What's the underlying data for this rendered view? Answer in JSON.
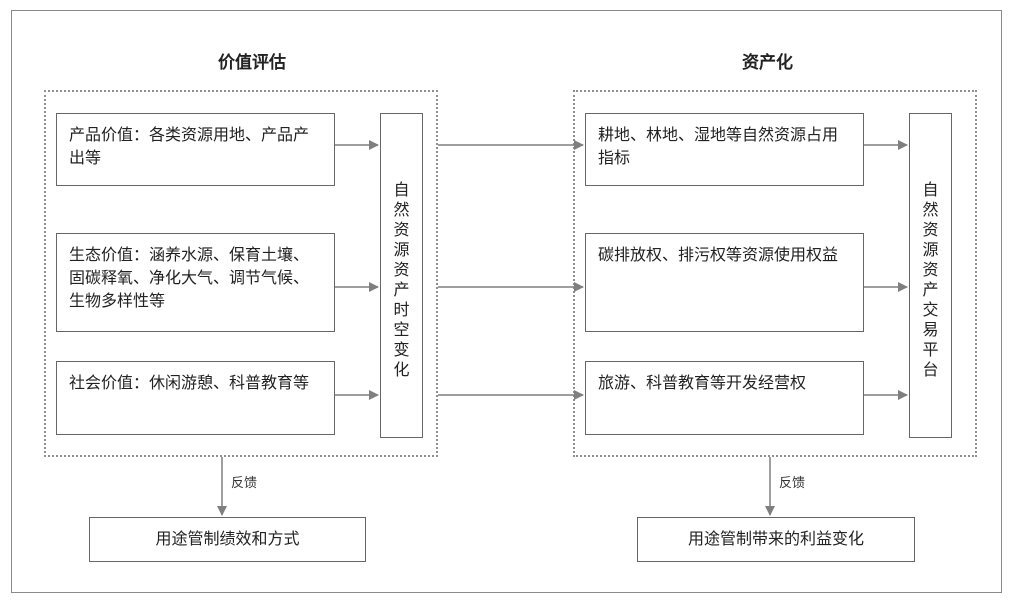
{
  "valuation": {
    "title": "价值评估",
    "items": [
      {
        "text": "产品价值：各类资源用地、产品产出等"
      },
      {
        "text": "生态价值：涵养水源、保育土壤、固碳释氧、净化大气、调节气候、生物多样性等"
      },
      {
        "text": "社会价值：休闲游憩、科普教育等"
      }
    ],
    "center": "自然资源资产时空变化",
    "feedback": "反馈",
    "output": "用途管制绩效和方式"
  },
  "capitalization": {
    "title": "资产化",
    "items": [
      {
        "text": "耕地、林地、湿地等自然资源占用指标"
      },
      {
        "text": "碳排放权、排污权等资源使用权益"
      },
      {
        "text": "旅游、科普教育等开发经营权"
      }
    ],
    "center": "自然资源资产交易平台",
    "feedback": "反馈",
    "output": "用途管制带来的利益变化"
  },
  "colors": {
    "border": "#666666",
    "arrow": "#7f7f7f",
    "frame": "#8a8a8a"
  }
}
